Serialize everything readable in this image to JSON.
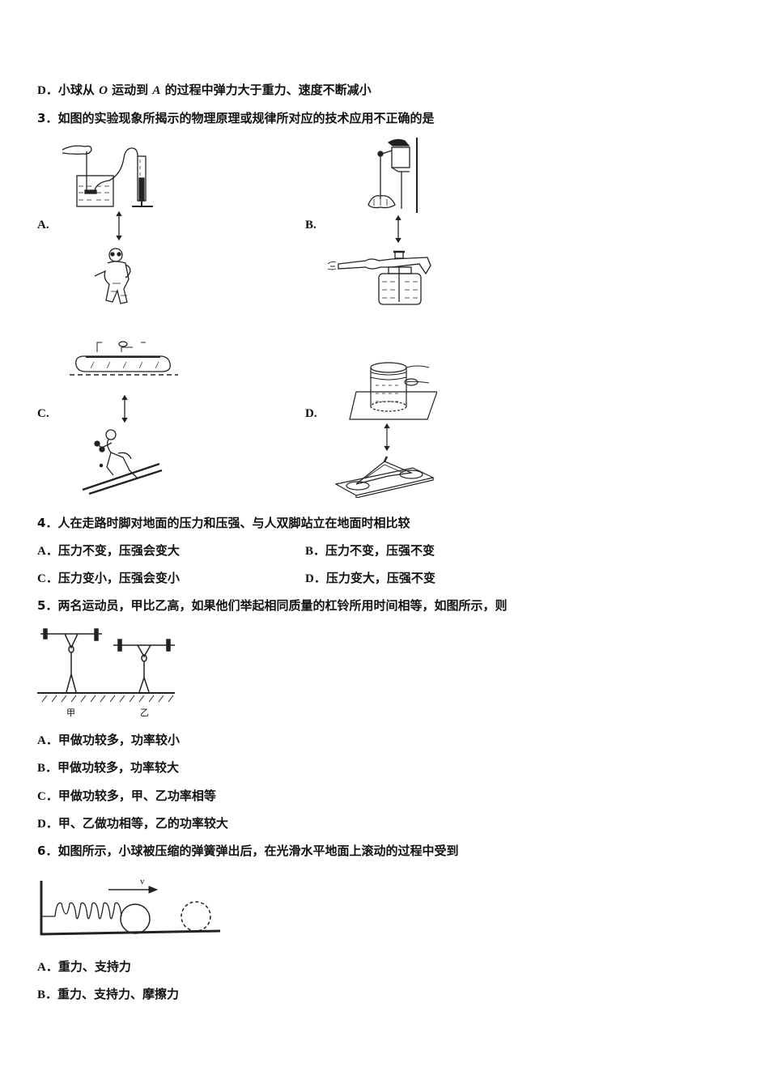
{
  "q2_tail": {
    "label": "D．",
    "text_a": "小球从",
    "var_o": "O",
    "text_b": "运动到",
    "var_a": "A",
    "text_c": "的过程中弹力大于重力、速度不断减小"
  },
  "q3": {
    "number": "3．",
    "stem": "如图的实验现象所揭示的物理原理或规律所对应的技术应用不正确的是",
    "options": [
      {
        "label": "A.",
        "top_figure": "liquid-pressure-gauge-experiment",
        "bottom_figure": "deep-sea-diving-suit"
      },
      {
        "label": "B.",
        "top_figure": "suction-cup-hook-experiment",
        "bottom_figure": "spray-bottle"
      },
      {
        "label": "C.",
        "top_figure": "rolling-on-rollers-experiment",
        "bottom_figure": "skier"
      },
      {
        "label": "D.",
        "top_figure": "inverted-cup-of-water-with-card",
        "bottom_figure": "suction-cup-soap-holder"
      }
    ]
  },
  "q4": {
    "number": "4．",
    "stem": "人在走路时脚对地面的压力和压强、与人双脚站立在地面时相比较",
    "options": [
      {
        "label": "A．",
        "text": "压力不变，压强会变大"
      },
      {
        "label": "B．",
        "text": "压力不变，压强不变"
      },
      {
        "label": "C．",
        "text": "压力变小，压强会变小"
      },
      {
        "label": "D．",
        "text": "压力变大，压强不变"
      }
    ]
  },
  "q5": {
    "number": "5．",
    "stem": "两名运动员，甲比乙高，如果他们举起相同质量的杠铃所用时间相等，如图所示，则",
    "figure_labels": [
      "甲",
      "乙"
    ],
    "options": [
      {
        "label": "A．",
        "text": "甲做功较多，功率较小"
      },
      {
        "label": "B．",
        "text": "甲做功较多，功率较大"
      },
      {
        "label": "C．",
        "text": "甲做功较多，甲、乙功率相等"
      },
      {
        "label": "D．",
        "text": "甲、乙做功相等，乙的功率较大"
      }
    ]
  },
  "q6": {
    "number": "6．",
    "stem": "如图所示，小球被压缩的弹簧弹出后，在光滑水平地面上滚动的过程中受到",
    "figure_velocity_label": "v",
    "options": [
      {
        "label": "A．",
        "text": "重力、支持力"
      },
      {
        "label": "B．",
        "text": "重力、支持力、摩擦力"
      }
    ]
  }
}
